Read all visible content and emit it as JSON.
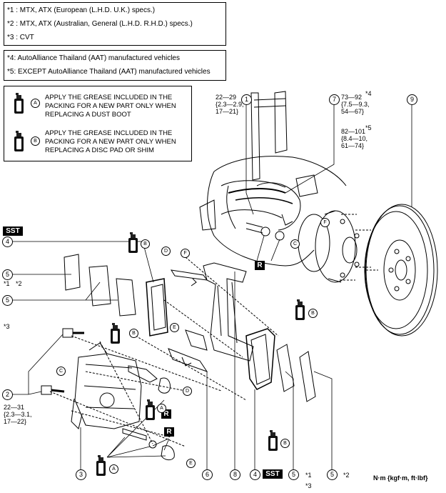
{
  "spec_notes": [
    "*1 : MTX, ATX (European (L.H.D. U.K.) specs.)",
    "*2 : MTX, ATX (Australian, General (L.H.D. R.H.D.) specs.)",
    "*3 : CVT"
  ],
  "plant_notes": [
    "*4: AutoAlliance Thailand (AAT) manufactured vehicles",
    "*5: EXCEPT AutoAlliance Thailand (AAT) manufactured vehicles"
  ],
  "grease_notes": [
    {
      "letter": "A",
      "text": "APPLY THE GREASE INCLUDED IN THE\nPACKING FOR A NEW PART ONLY WHEN\nREPLACING A DUST BOOT"
    },
    {
      "letter": "B",
      "text": "APPLY THE GREASE INCLUDED IN THE\nPACKING FOR A NEW PART ONLY WHEN\nREPLACING A DISC PAD OR SHIM"
    }
  ],
  "torques": {
    "t1": "22—29\n{2.3—2.9,\n17—21}",
    "t2": "73—92\n{7.5—9.3,\n54—67}",
    "t2_mark": "*4",
    "t3": "82—101\n{8.4—10,\n61—74}",
    "t3_mark": "*5",
    "t4": "22—31\n{2.3—3.1,\n17—22}"
  },
  "callouts": [
    "1",
    "2",
    "3",
    "4",
    "5",
    "6",
    "7",
    "8",
    "9"
  ],
  "point_letters": [
    "A",
    "B",
    "C",
    "D",
    "E",
    "F"
  ],
  "badges": {
    "sst": "SST",
    "r": "R"
  },
  "star_labels": {
    "s1": "*1",
    "s2": "*2",
    "s3": "*3"
  },
  "unit_text": "N·m {kgf·m, ft·lbf}"
}
